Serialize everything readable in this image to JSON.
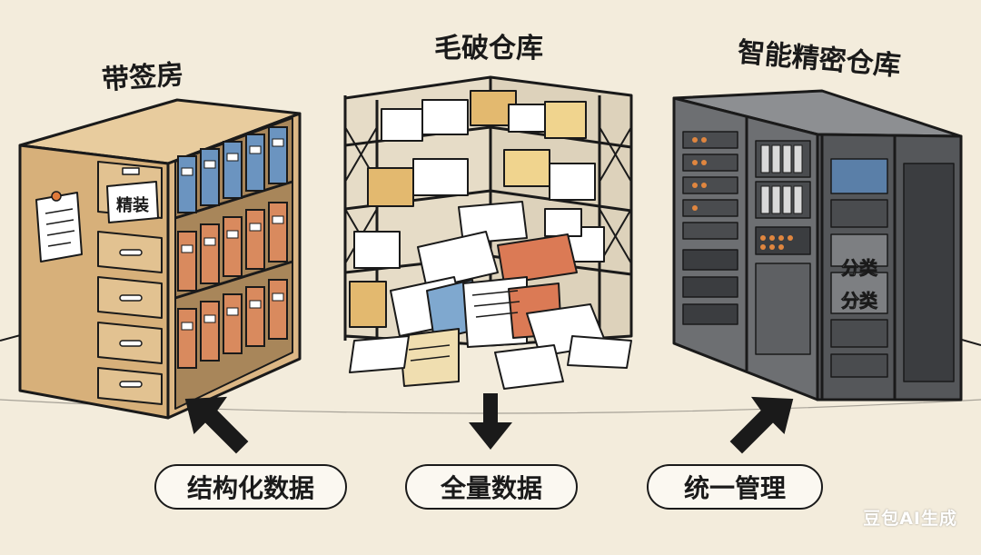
{
  "panels": {
    "left": {
      "title": "带签房",
      "drawer_label": "精装",
      "arrow_direction": "up-left",
      "caption": "结构化数据"
    },
    "middle": {
      "title": "毛破仓库",
      "arrow_direction": "down",
      "caption": "全量数据"
    },
    "right": {
      "title": "智能精密仓库",
      "rack_label_top": "分类",
      "rack_label_bottom": "分类",
      "arrow_direction": "up-right",
      "caption": "统一管理"
    }
  },
  "watermark": "豆包AI生成",
  "colors": {
    "background": "#f3ecdc",
    "cabinet_wood": "#dcb785",
    "binder_blue": "#6b94c0",
    "binder_orange": "#d98a5e",
    "server_gray": "#6d6f72",
    "ink": "#1a1a1a"
  }
}
